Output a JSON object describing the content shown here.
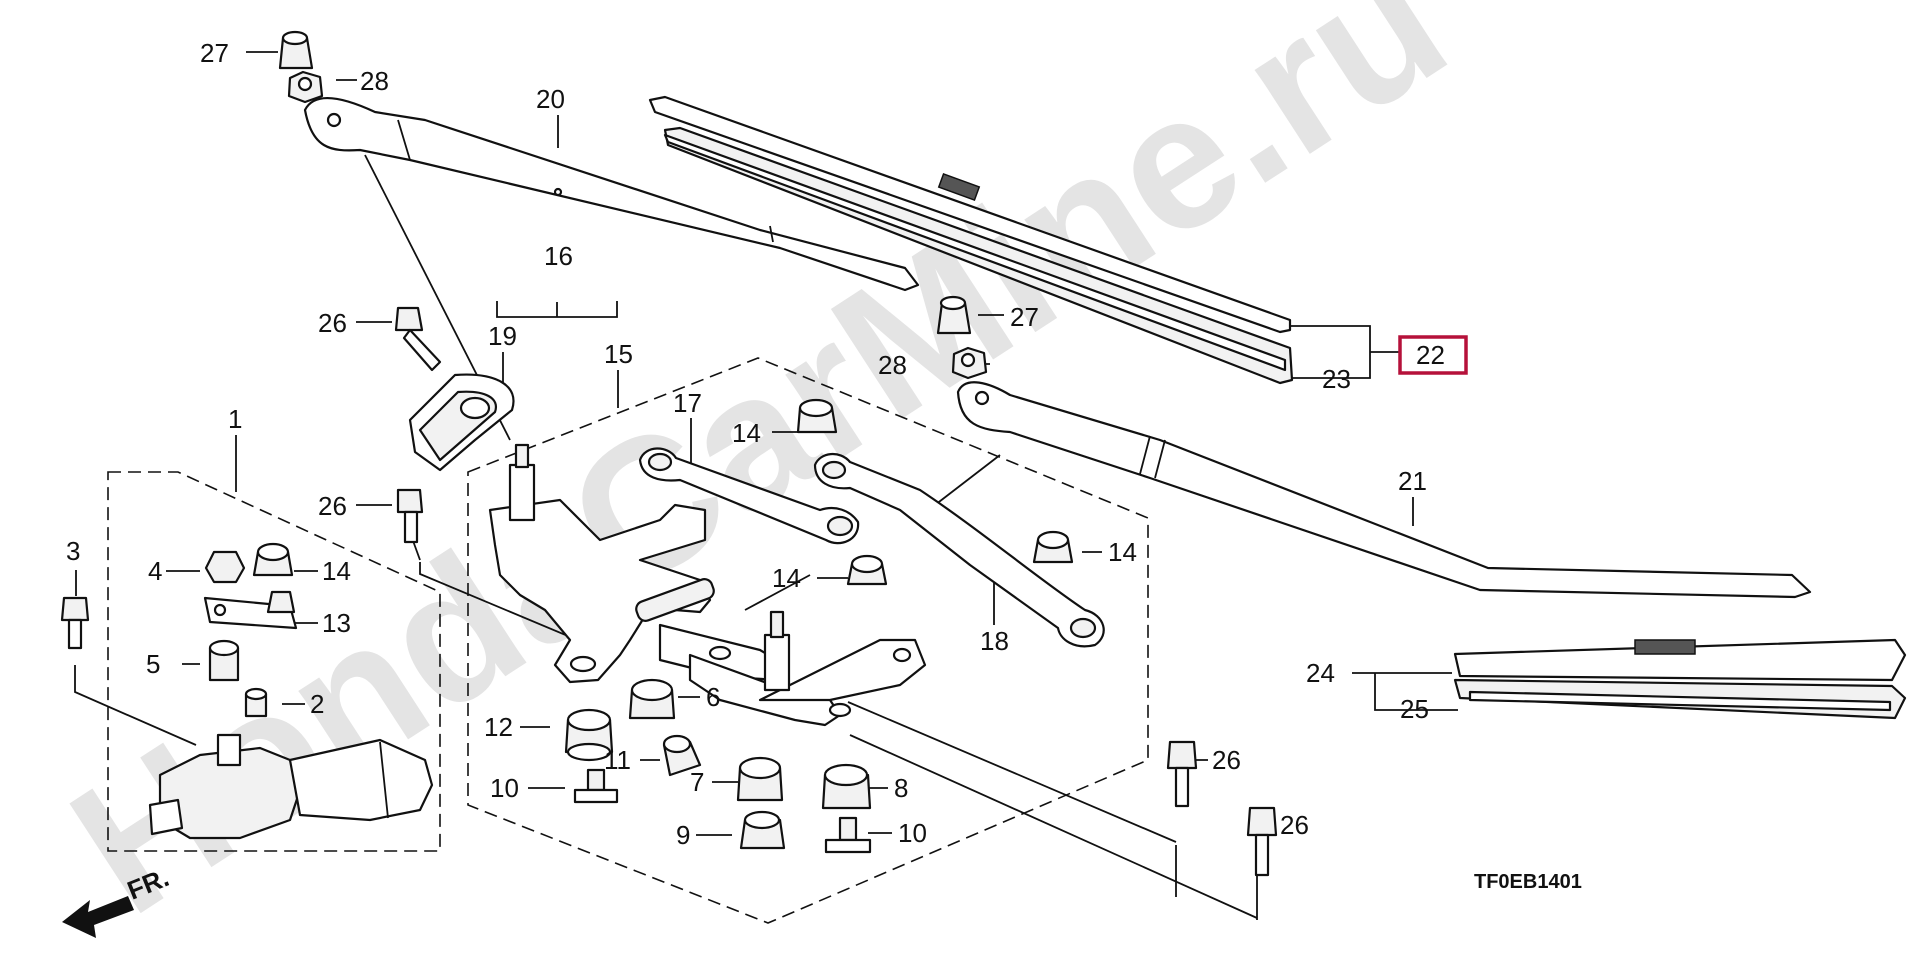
{
  "watermark": "HondaCarMine.ru",
  "diagram_code": "TF0EB1401",
  "direction_label": "FR.",
  "highlighted_part": "22",
  "labels": {
    "l1": "1",
    "l2": "2",
    "l3": "3",
    "l4": "4",
    "l5": "5",
    "l6": "6",
    "l7": "7",
    "l8": "8",
    "l9": "9",
    "l10a": "10",
    "l10b": "10",
    "l11": "11",
    "l12": "12",
    "l13": "13",
    "l14a": "14",
    "l14b": "14",
    "l14c": "14",
    "l14d": "14",
    "l15": "15",
    "l16": "16",
    "l17": "17",
    "l18": "18",
    "l19": "19",
    "l20": "20",
    "l21": "21",
    "l22": "22",
    "l23": "23",
    "l24": "24",
    "l25": "25",
    "l26a": "26",
    "l26b": "26",
    "l26c": "26",
    "l26d": "26",
    "l27a": "27",
    "l27b": "27",
    "l28a": "28",
    "l28b": "28"
  }
}
